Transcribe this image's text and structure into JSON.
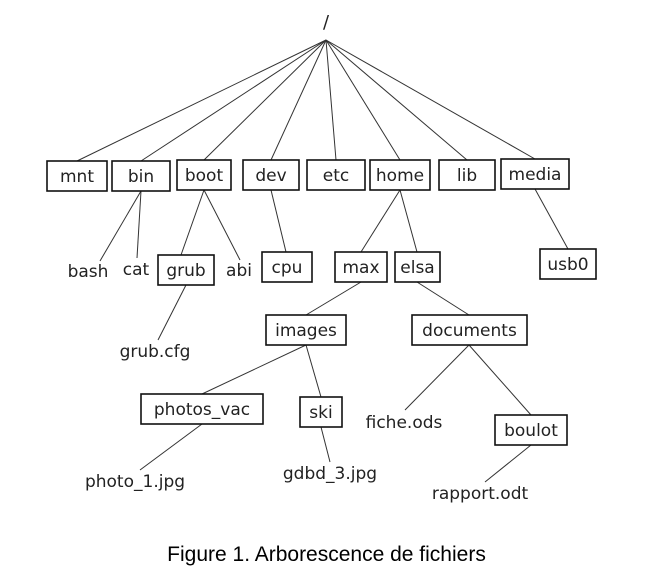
{
  "caption": "Figure 1. Arborescence de fichiers",
  "tree": {
    "root": "/",
    "nodes": [
      {
        "id": "mnt",
        "label": "mnt",
        "boxed": true,
        "parent": "root"
      },
      {
        "id": "bin",
        "label": "bin",
        "boxed": true,
        "parent": "root"
      },
      {
        "id": "boot",
        "label": "boot",
        "boxed": true,
        "parent": "root"
      },
      {
        "id": "dev",
        "label": "dev",
        "boxed": true,
        "parent": "root"
      },
      {
        "id": "etc",
        "label": "etc",
        "boxed": true,
        "parent": "root"
      },
      {
        "id": "home",
        "label": "home",
        "boxed": true,
        "parent": "root"
      },
      {
        "id": "lib",
        "label": "lib",
        "boxed": true,
        "parent": "root"
      },
      {
        "id": "media",
        "label": "media",
        "boxed": true,
        "parent": "root"
      },
      {
        "id": "bash",
        "label": "bash",
        "boxed": false,
        "parent": "bin"
      },
      {
        "id": "cat",
        "label": "cat",
        "boxed": false,
        "parent": "bin"
      },
      {
        "id": "grub",
        "label": "grub",
        "boxed": true,
        "parent": "boot"
      },
      {
        "id": "abi",
        "label": "abi",
        "boxed": false,
        "parent": "boot"
      },
      {
        "id": "cpu",
        "label": "cpu",
        "boxed": true,
        "parent": "dev"
      },
      {
        "id": "max",
        "label": "max",
        "boxed": true,
        "parent": "home"
      },
      {
        "id": "elsa",
        "label": "elsa",
        "boxed": true,
        "parent": "home"
      },
      {
        "id": "usb0",
        "label": "usb0",
        "boxed": true,
        "parent": "media"
      },
      {
        "id": "grubcfg",
        "label": "grub.cfg",
        "boxed": false,
        "parent": "grub"
      },
      {
        "id": "images",
        "label": "images",
        "boxed": true,
        "parent": "max"
      },
      {
        "id": "documents",
        "label": "documents",
        "boxed": true,
        "parent": "elsa"
      },
      {
        "id": "photos_vac",
        "label": "photos_vac",
        "boxed": true,
        "parent": "images"
      },
      {
        "id": "ski",
        "label": "ski",
        "boxed": true,
        "parent": "images"
      },
      {
        "id": "fiche",
        "label": "fiche.ods",
        "boxed": false,
        "parent": "documents"
      },
      {
        "id": "boulot",
        "label": "boulot",
        "boxed": true,
        "parent": "documents"
      },
      {
        "id": "photo1",
        "label": "photo_1.jpg",
        "boxed": false,
        "parent": "photos_vac"
      },
      {
        "id": "gdbd",
        "label": "gdbd_3.jpg",
        "boxed": false,
        "parent": "ski"
      },
      {
        "id": "rapport",
        "label": "rapport.odt",
        "boxed": false,
        "parent": "boulot"
      }
    ]
  }
}
